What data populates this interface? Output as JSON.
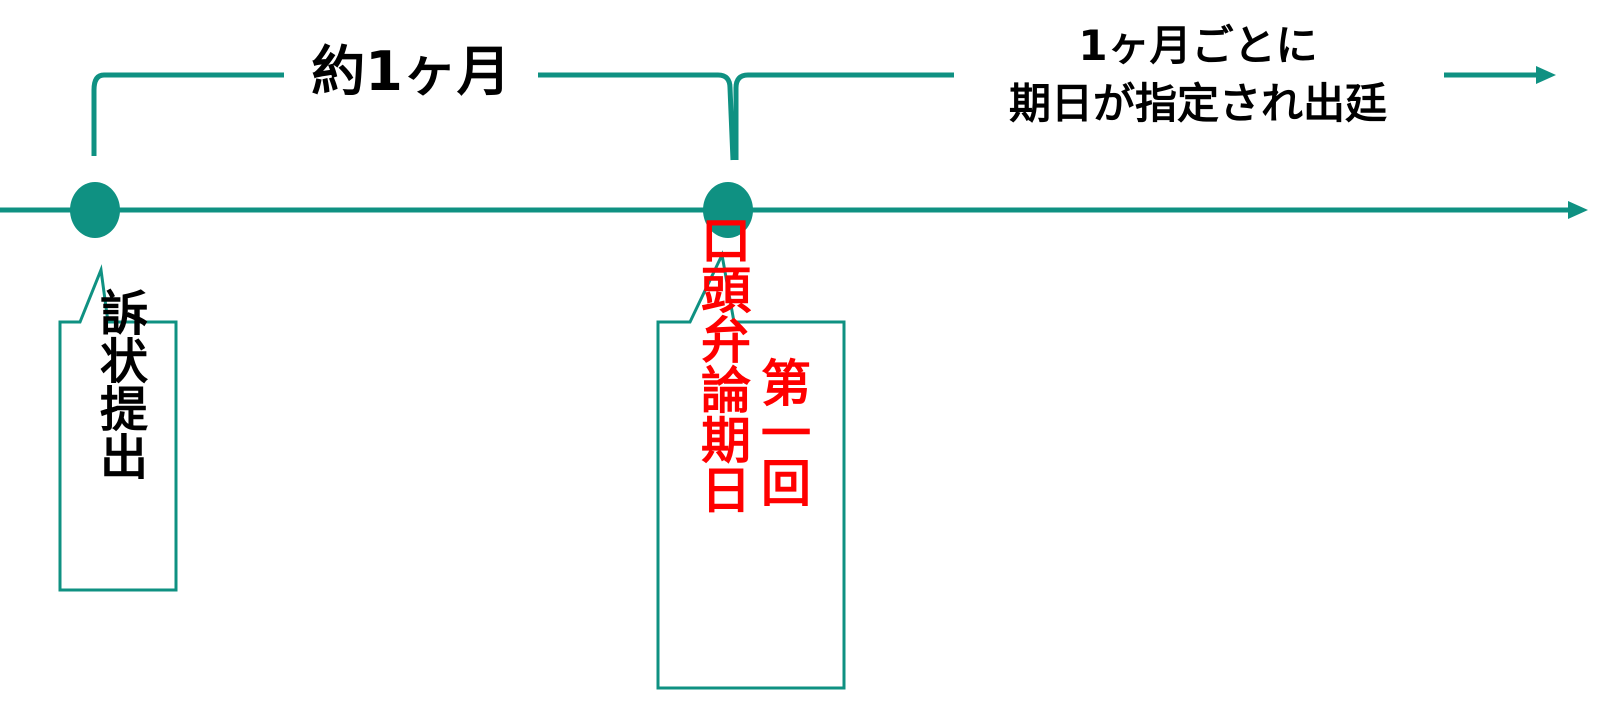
{
  "labels": {
    "interval_first": "約1ヶ月",
    "interval_repeat_line1": "1ヶ月ごとに",
    "interval_repeat_line2": "期日が指定され出廷"
  },
  "events": [
    {
      "id": "complaint",
      "label": "訴状提出",
      "color": "#000000"
    },
    {
      "id": "first-hearing",
      "label_main": "口頭弁論期日",
      "label_sub": "第一回",
      "color": "#ff0000"
    }
  ],
  "colors": {
    "accent": "#0f9182",
    "text": "#000000",
    "highlight": "#ff0000",
    "background": "#ffffff"
  }
}
